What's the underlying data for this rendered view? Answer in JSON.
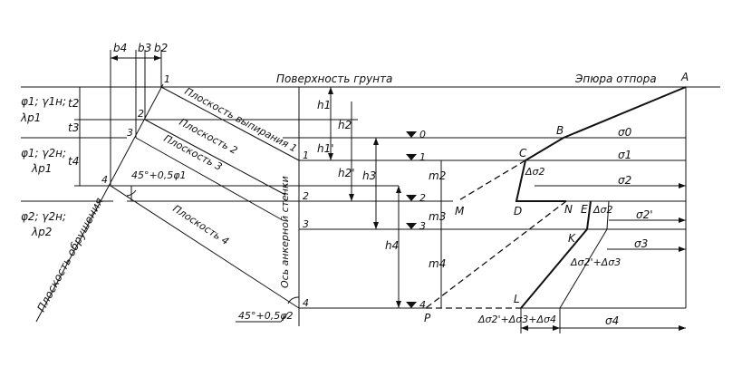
{
  "labels": {
    "ground_surface": "Поверхность грунта",
    "resistance_diagram": "Эпюра отпора",
    "failure_plane": "Плоскость обрушения",
    "anchor_wall_axis": "Ось анкерной стенки",
    "plane_1": "Плоскость выпирания 1",
    "plane_2": "Плоскость 2",
    "plane_3": "Плоскость 3",
    "plane_4": "Плоскость 4",
    "angle_1": "45°+0,5φ1",
    "angle_2": "45°+0,5φ2",
    "layer_1": "φ1; γ1н;",
    "layer_1b": "λp1",
    "layer_2": "φ1; γ2н;",
    "layer_2b": "λp1",
    "layer_3": "φ2; γ2н;",
    "layer_3b": "λp2"
  },
  "dims": {
    "b4": "b4",
    "b3": "b3",
    "b2": "b2",
    "t2": "t2",
    "t3": "t3",
    "t4": "t4",
    "h1": "h1",
    "h2": "h2",
    "h1p": "h1'",
    "h2p": "h2'",
    "h3": "h3",
    "h4": "h4",
    "m2": "m2",
    "m3": "m3",
    "m4": "m4"
  },
  "points": {
    "p1": "1",
    "p2": "2",
    "p3": "3",
    "p4": "4",
    "w1": "1",
    "w2": "2",
    "w3": "3",
    "w4": "4",
    "A": "A",
    "B": "B",
    "C": "C",
    "D": "D",
    "M": "M",
    "N": "N",
    "E": "E",
    "K": "K",
    "L": "L",
    "P": "P"
  },
  "levels": [
    "0",
    "1",
    "2",
    "3",
    "4"
  ],
  "stresses": {
    "s0": "σ0",
    "s1": "σ1",
    "s2": "σ2",
    "s2p": "σ2'",
    "s3": "σ3",
    "s4": "σ4",
    "d2": "Δσ2",
    "d2b": "Δσ2",
    "d23": "Δσ2'+Δσ3",
    "d234": "Δσ2'+Δσ3+Δσ4"
  }
}
